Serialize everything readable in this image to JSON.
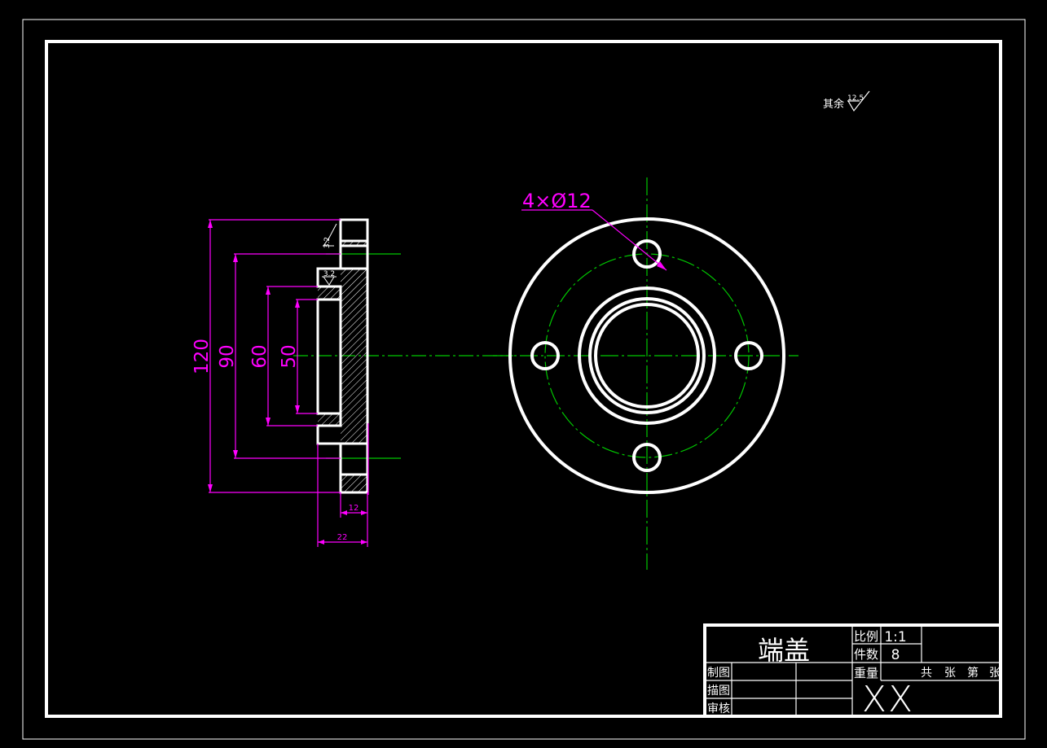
{
  "drawing": {
    "colors": {
      "background": "#000000",
      "outline": "#ffffff",
      "dimension": "#ff00ff",
      "centerline": "#00c800"
    },
    "roughness": {
      "general_label": "其余",
      "general_value": "12.5",
      "face_top_value": "3.2",
      "face_step_value": "3.2"
    },
    "side_view": {
      "dimensions": {
        "d120": "120",
        "d90": "90",
        "d60": "60",
        "d50": "50",
        "t12": "12",
        "t22": "22"
      }
    },
    "front_view": {
      "hole_callout": "4×Ø12"
    },
    "title_block": {
      "part_name": "端盖",
      "scale_label": "比例",
      "scale_value": "1:1",
      "quantity_label": "件数",
      "quantity_value": "8",
      "weight_label": "重量",
      "sheets_total_label": "共",
      "sheets_unit1": "张",
      "sheet_index_label": "第",
      "sheets_unit2": "张",
      "drawn_by_label": "制图",
      "traced_by_label": "描图",
      "checked_by_label": "审核",
      "org_placeholder": "XX"
    }
  }
}
